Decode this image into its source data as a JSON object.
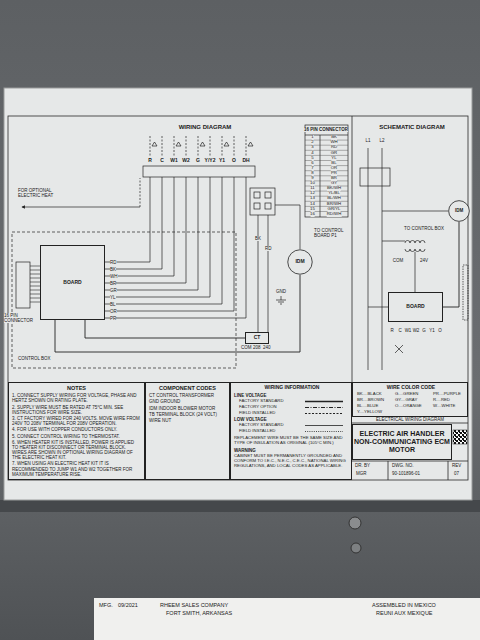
{
  "diagram": {
    "nodes": [
      {
        "text": [
          "BOARD"
        ]
      },
      {
        "text": [
          "IDM"
        ]
      },
      {
        "text": [
          "CT"
        ]
      },
      {
        "text": [
          "BOARD"
        ]
      },
      {
        "text": [
          "IDM"
        ]
      },
      {
        "text": [
          "NOTES",
          "1. CONNECT SUPPLY WIRING FOR VOLTAGE, PHASE AND HERTZ SHOWN ON RATING PLATE.",
          "2. SUPPLY WIRE MUST BE RATED AT 75°C MIN. SEE INSTRUCTIONS FOR WIRE SIZE.",
          "3. CT FACTORY WIRED FOR 240 VOLTS. MOVE WIRE FROM 240V TO 208V TERMINAL FOR 208V OPERATION.",
          "4. FOR USE WITH COPPER CONDUCTORS ONLY.",
          "5. CONNECT CONTROL WIRING TO THERMOSTAT.",
          "6. WHEN HEATER KIT IS INSTALLED, POWER IS APPLIED TO HEATER KIT DISCONNECT OR TERMINAL BLOCK. WIRES ARE SHOWN IN OPTIONAL WIRING DIAGRAM OF THE ELECTRIC HEAT KIT.",
          "7. WHEN USING AN ELECTRIC HEAT KIT IT IS RECOMMENDED TO JUMP W1 AND W2 TOGETHER FOR MAXIMUM TEMPERATURE RISE."
        ]
      },
      {
        "text": [
          "COMPONENT CODES",
          "CT CONTROL TRANSFORMER",
          "GND GROUND",
          "IDM INDOOR BLOWER MOTOR",
          "TB TERMINAL BLOCK (24 VOLT)",
          "WIRE NUT"
        ]
      },
      {
        "text": [
          "WIRING INFORMATION",
          "LINE VOLTAGE",
          "LOW VOLTAGE",
          "REPLACEMENT WIRE MUST BE THE SAME SIZE AND TYPE OF INSULATION AS ORIGINAL (105°C MIN.)",
          "WARNING",
          "CABINET MUST BE PERMANENTLY GROUNDED AND CONFORM TO I.E.C., N.E.C., C.E.C., NATIONAL WIRING REGULATIONS, AND LOCAL CODES AS APPLICABLE."
        ]
      },
      {
        "text": [
          "WIRE COLOR CODE",
          "BK....BLACK",
          "G....GREEN",
          "PR....PURPLE",
          "BR....BROWN",
          "GY....GRAY",
          "R....RED",
          "BL....BLUE",
          "O....ORANGE",
          "W....WHITE",
          "Y....YELLOW"
        ]
      },
      {
        "text": [
          "ELECTRIC AIR HANDLER NON-COMMUNICATING ECM MOTOR"
        ]
      }
    ],
    "edges": [
      {
        "from": 0,
        "to": 1,
        "arrow": "none"
      },
      {
        "from": 2,
        "to": 0,
        "arrow": "none"
      },
      {
        "from": 3,
        "to": 4,
        "arrow": "none"
      }
    ],
    "labels": [
      "WIRING DIAGRAM",
      "SCHEMATIC DIAGRAM",
      "FOR OPTIONAL ELECTRIC HEAT",
      "R",
      "C",
      "W1",
      "W2",
      "G",
      "Y/Y2",
      "Y1",
      "O",
      "DH",
      "RD",
      "BK",
      "WH",
      "BR",
      "GR",
      "YL",
      "BL",
      "OR",
      "PR",
      "16 PIN CONNECTOR",
      "CONTROL BOX",
      "TO CONTROL BOARD P1",
      "BK",
      "RD",
      "GND",
      "COM",
      "208",
      "240",
      "16 PIN CONNECTOR",
      "1",
      "2",
      "3",
      "4",
      "5",
      "6",
      "7",
      "8",
      "9",
      "10",
      "11",
      "12",
      "13",
      "14",
      "15",
      "16",
      "BK",
      "WH",
      "RD",
      "GR",
      "YL",
      "BL",
      "OR",
      "PR",
      "BR",
      "GY",
      "BK/WH",
      "YL/BL",
      "BL/WH",
      "BR/WH",
      "GR/YL",
      "RD/WH",
      "L1",
      "L2",
      "TO CONTROL BOX",
      "COM",
      "24V",
      "R",
      "C",
      "W1",
      "W2",
      "G",
      "Y1",
      "O",
      "ELECTRICAL WIRING DIAGRAM",
      "DR. BY",
      "MGR",
      "DWG. NO.",
      "90-101896-01",
      "REV",
      "07",
      "MFG.",
      "09/2021",
      "RHEEM SALES COMPANY",
      "FORT SMITH, ARKANSAS",
      "ASSEMBLED IN MEXICO",
      "REUNI AUX MEXIQUE"
    ],
    "legend": [
      {
        "text": "FACTORY STANDARD"
      },
      {
        "text": "FACTORY OPTION"
      },
      {
        "text": "FIELD INSTALLED"
      },
      {
        "text": "FACTORY STANDARD"
      },
      {
        "text": "FIELD INSTALLED"
      }
    ]
  }
}
